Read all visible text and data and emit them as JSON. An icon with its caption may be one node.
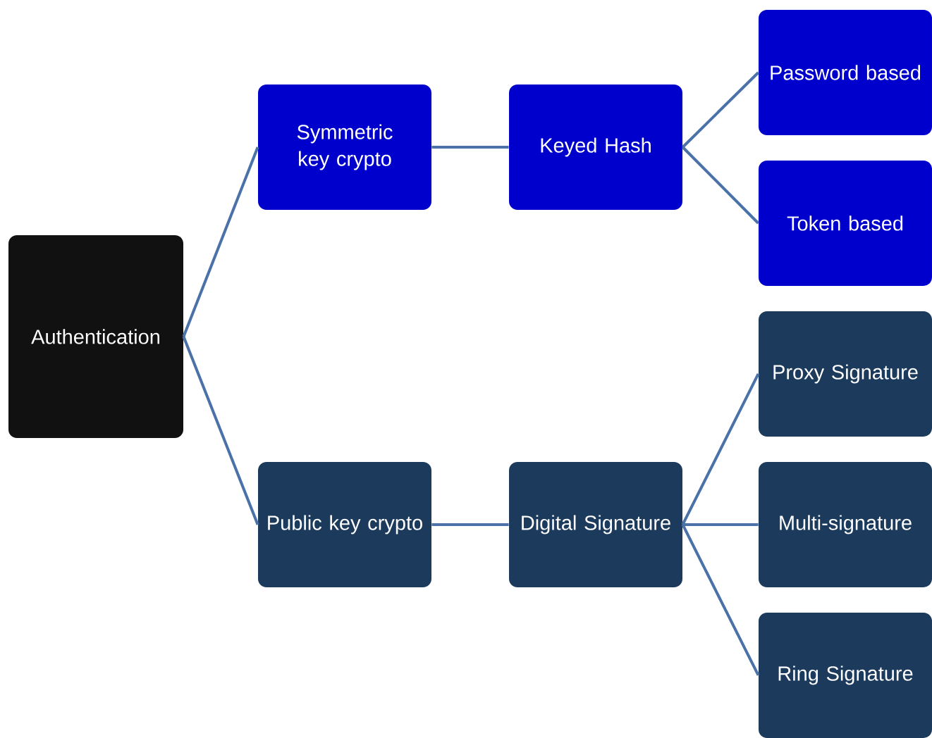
{
  "diagram": {
    "nodes": [
      {
        "text": [
          "Authentication"
        ]
      },
      {
        "text": [
          "Symmetric key crypto"
        ]
      },
      {
        "text": [
          "Keyed Hash"
        ]
      },
      {
        "text": [
          "Password based"
        ]
      },
      {
        "text": [
          "Token based"
        ]
      },
      {
        "text": [
          "Public key crypto"
        ]
      },
      {
        "text": [
          "Digital Signature"
        ]
      },
      {
        "text": [
          "Proxy Signature"
        ]
      },
      {
        "text": [
          "Multi-signature"
        ]
      },
      {
        "text": [
          "Ring Signature"
        ]
      }
    ],
    "edges": [
      {
        "from": 0,
        "to": 1,
        "arrow": "none"
      },
      {
        "from": 0,
        "to": 5,
        "arrow": "none"
      },
      {
        "from": 1,
        "to": 2,
        "arrow": "none"
      },
      {
        "from": 2,
        "to": 3,
        "arrow": "none"
      },
      {
        "from": 2,
        "to": 4,
        "arrow": "none"
      },
      {
        "from": 5,
        "to": 6,
        "arrow": "none"
      },
      {
        "from": 6,
        "to": 7,
        "arrow": "none"
      },
      {
        "from": 6,
        "to": 8,
        "arrow": "none"
      },
      {
        "from": 6,
        "to": 9,
        "arrow": "none"
      }
    ]
  }
}
